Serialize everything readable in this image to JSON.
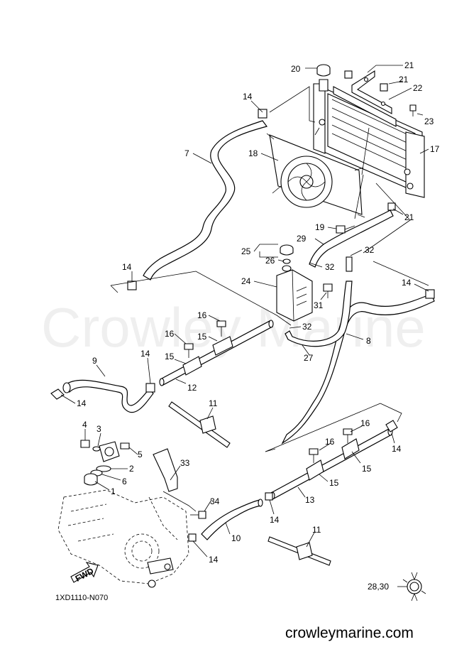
{
  "watermark": "Crowley Marine",
  "diagram_code": "1XD1110-N070",
  "footer": "crowleymarine.com",
  "fwd_label": "FWD",
  "callouts": [
    {
      "id": "c20",
      "text": "20"
    },
    {
      "id": "c21a",
      "text": "21"
    },
    {
      "id": "c21b",
      "text": "21"
    },
    {
      "id": "c22",
      "text": "22"
    },
    {
      "id": "c23",
      "text": "23"
    },
    {
      "id": "c14a",
      "text": "14"
    },
    {
      "id": "c17",
      "text": "17"
    },
    {
      "id": "c7",
      "text": "7"
    },
    {
      "id": "c18",
      "text": "18"
    },
    {
      "id": "c21c",
      "text": "21"
    },
    {
      "id": "c19",
      "text": "19"
    },
    {
      "id": "c29",
      "text": "29"
    },
    {
      "id": "c32a",
      "text": "32"
    },
    {
      "id": "c25",
      "text": "25"
    },
    {
      "id": "c26",
      "text": "26"
    },
    {
      "id": "c32b",
      "text": "32"
    },
    {
      "id": "c14b",
      "text": "14"
    },
    {
      "id": "c24",
      "text": "24"
    },
    {
      "id": "c31",
      "text": "31"
    },
    {
      "id": "c14c",
      "text": "14"
    },
    {
      "id": "c16a",
      "text": "16"
    },
    {
      "id": "c32c",
      "text": "32"
    },
    {
      "id": "c16b",
      "text": "16"
    },
    {
      "id": "c15a",
      "text": "15"
    },
    {
      "id": "c8",
      "text": "8"
    },
    {
      "id": "c27",
      "text": "27"
    },
    {
      "id": "c9",
      "text": "9"
    },
    {
      "id": "c14d",
      "text": "14"
    },
    {
      "id": "c15b",
      "text": "15"
    },
    {
      "id": "c12",
      "text": "12"
    },
    {
      "id": "c14e",
      "text": "14"
    },
    {
      "id": "c11a",
      "text": "11"
    },
    {
      "id": "c4",
      "text": "4"
    },
    {
      "id": "c3",
      "text": "3"
    },
    {
      "id": "c16c",
      "text": "16"
    },
    {
      "id": "c16d",
      "text": "16"
    },
    {
      "id": "c14f",
      "text": "14"
    },
    {
      "id": "c5",
      "text": "5"
    },
    {
      "id": "c2",
      "text": "2"
    },
    {
      "id": "c15c",
      "text": "15"
    },
    {
      "id": "c33",
      "text": "33"
    },
    {
      "id": "c6",
      "text": "6"
    },
    {
      "id": "c1",
      "text": "1"
    },
    {
      "id": "c15d",
      "text": "15"
    },
    {
      "id": "c13",
      "text": "13"
    },
    {
      "id": "c34",
      "text": "34"
    },
    {
      "id": "c14g",
      "text": "14"
    },
    {
      "id": "c11b",
      "text": "11"
    },
    {
      "id": "c10",
      "text": "10"
    },
    {
      "id": "c14h",
      "text": "14"
    },
    {
      "id": "c2830",
      "text": "28,30"
    }
  ]
}
